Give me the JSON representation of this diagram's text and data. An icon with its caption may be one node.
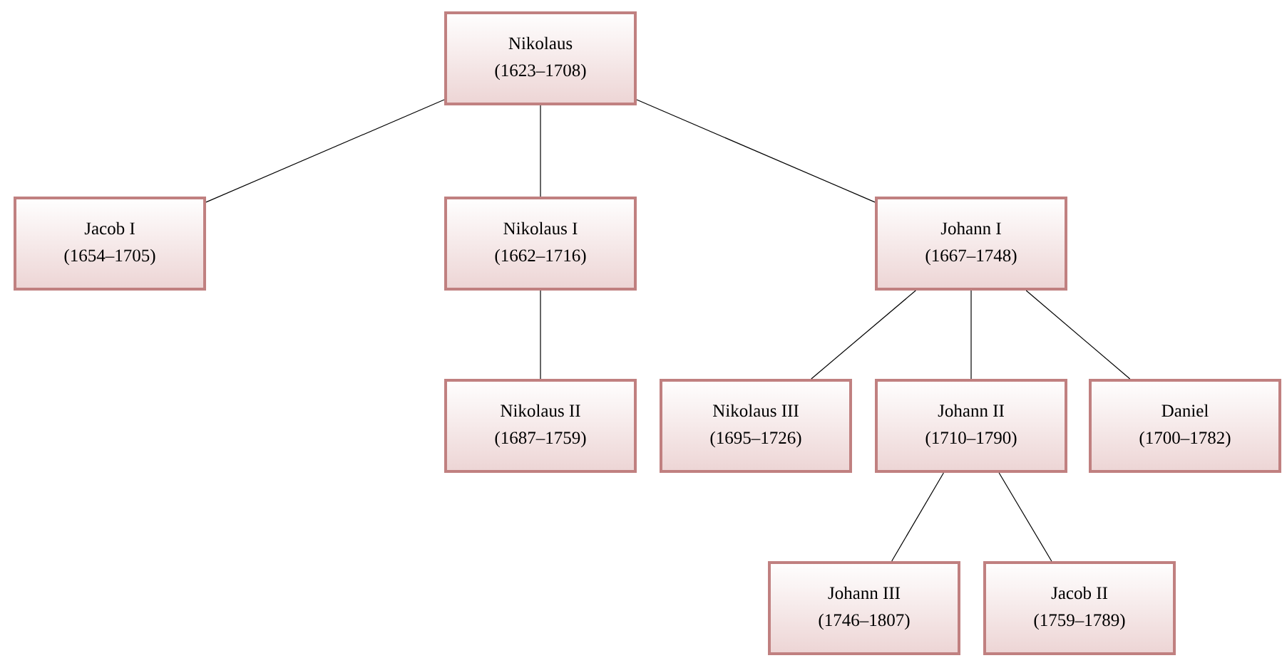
{
  "diagram": {
    "nodes": [
      {
        "text": [
          "Nikolaus",
          "(1623–1708)"
        ]
      },
      {
        "text": [
          "Jacob I",
          "(1654–1705)"
        ]
      },
      {
        "text": [
          "Nikolaus I",
          "(1662–1716)"
        ]
      },
      {
        "text": [
          "Johann I",
          "(1667–1748)"
        ]
      },
      {
        "text": [
          "Nikolaus II",
          "(1687–1759)"
        ]
      },
      {
        "text": [
          "Nikolaus III",
          "(1695–1726)"
        ]
      },
      {
        "text": [
          "Johann II",
          "(1710–1790)"
        ]
      },
      {
        "text": [
          "Daniel",
          "(1700–1782)"
        ]
      },
      {
        "text": [
          "Johann III",
          "(1746–1807)"
        ]
      },
      {
        "text": [
          "Jacob II",
          "(1759–1789)"
        ]
      }
    ],
    "edges": [
      {
        "from": 0,
        "to": 1,
        "arrow": "none"
      },
      {
        "from": 0,
        "to": 2,
        "arrow": "none"
      },
      {
        "from": 0,
        "to": 3,
        "arrow": "none"
      },
      {
        "from": 2,
        "to": 4,
        "arrow": "none"
      },
      {
        "from": 3,
        "to": 5,
        "arrow": "none"
      },
      {
        "from": 3,
        "to": 6,
        "arrow": "none"
      },
      {
        "from": 3,
        "to": 7,
        "arrow": "none"
      },
      {
        "from": 6,
        "to": 8,
        "arrow": "none"
      },
      {
        "from": 6,
        "to": 9,
        "arrow": "none"
      }
    ]
  }
}
